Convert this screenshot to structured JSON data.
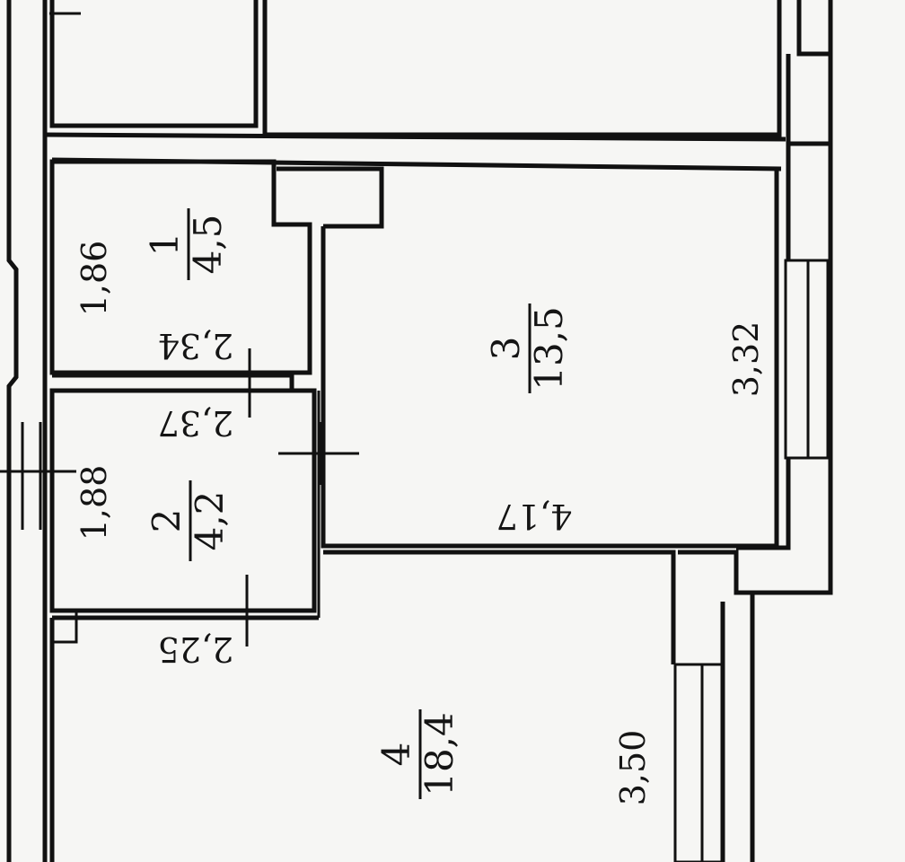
{
  "rooms": [
    {
      "id": "1",
      "number": "1",
      "area": "4,5"
    },
    {
      "id": "2",
      "number": "2",
      "area": "4,2"
    },
    {
      "id": "3",
      "number": "3",
      "area": "13,5"
    },
    {
      "id": "4",
      "number": "4",
      "area": "18,4"
    }
  ],
  "dimensions": {
    "room2_height": "1,86",
    "room2_width": "2,34",
    "room1_top_width": "2,37",
    "room1_height": "1,88",
    "room1_bottom_width": "2,25",
    "room3_height": "3,32",
    "room3_width": "4,17",
    "room4_height": "3,50"
  }
}
